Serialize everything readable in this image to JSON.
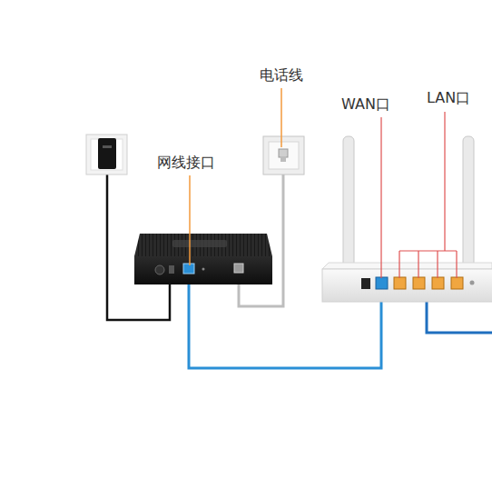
{
  "diagram": {
    "labels": [
      "电话线",
      "网线接口",
      "WAN口",
      "LAN口"
    ]
  }
}
